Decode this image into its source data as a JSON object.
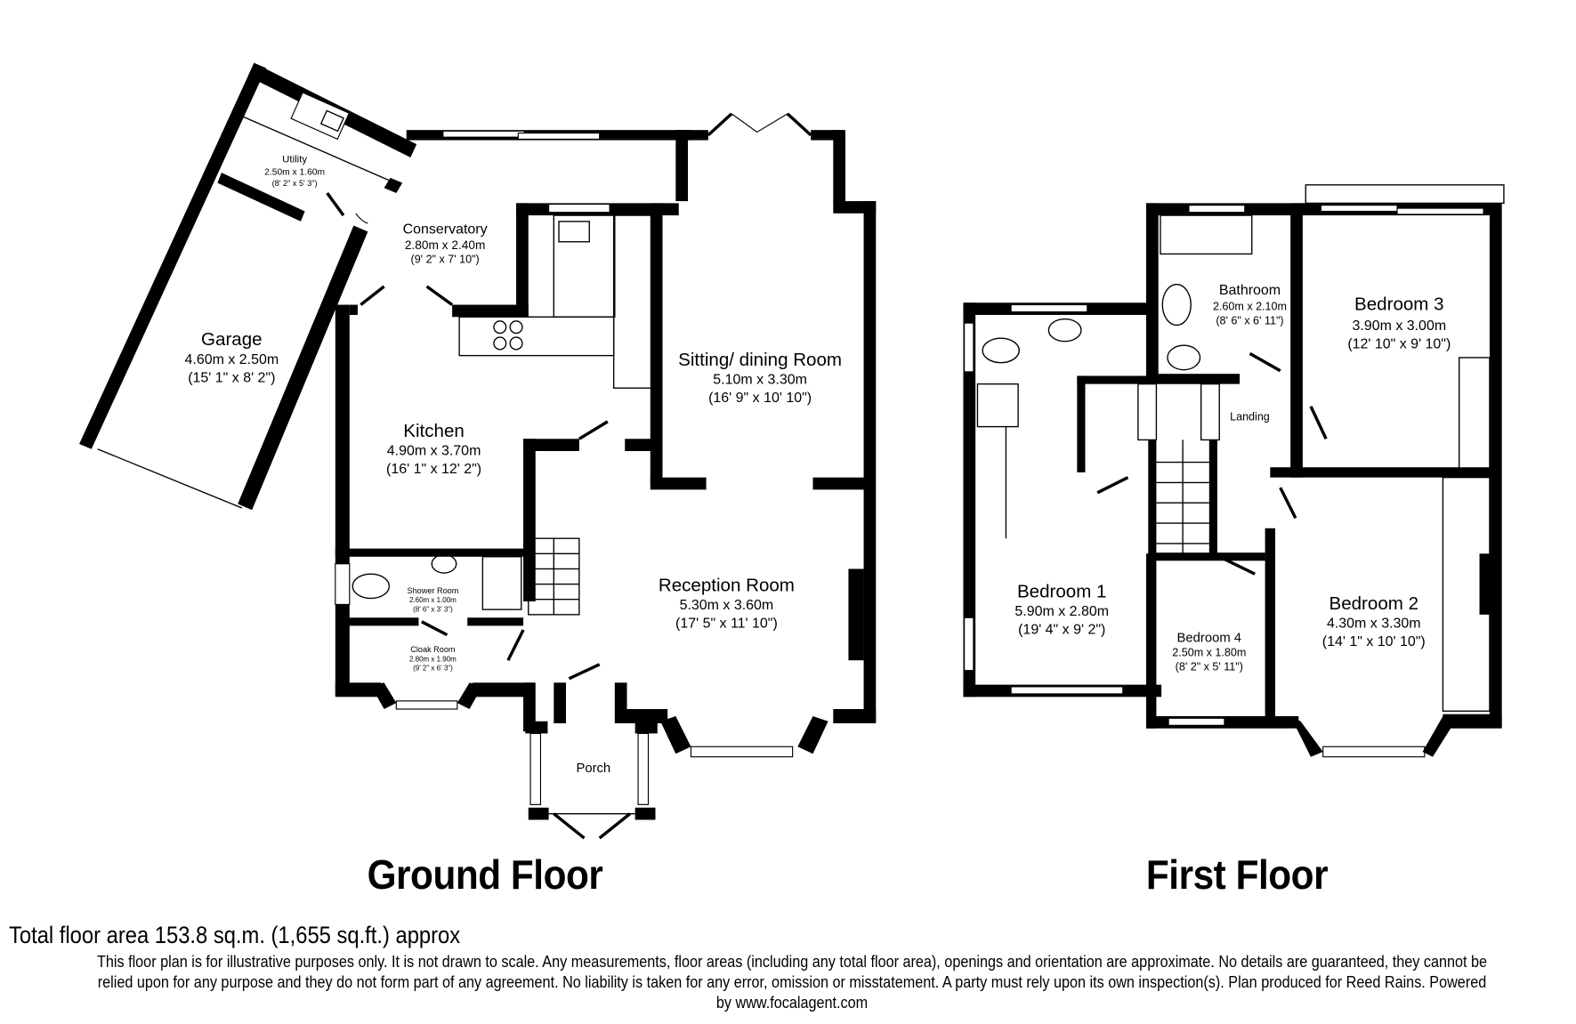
{
  "floors": [
    {
      "title": "Ground Floor",
      "rooms": [
        {
          "name": "Utility",
          "metric": "2.50m x 1.60m",
          "imperial": "(8' 2\" x 5' 3\")"
        },
        {
          "name": "Conservatory",
          "metric": "2.80m x 2.40m",
          "imperial": "(9' 2\" x 7' 10\")"
        },
        {
          "name": "Garage",
          "metric": "4.60m x 2.50m",
          "imperial": "(15' 1\" x 8' 2\")"
        },
        {
          "name": "Sitting/ dining Room",
          "metric": "5.10m x 3.30m",
          "imperial": "(16' 9\" x 10' 10\")"
        },
        {
          "name": "Kitchen",
          "metric": "4.90m x 3.70m",
          "imperial": "(16' 1\" x 12' 2\")"
        },
        {
          "name": "Shower Room",
          "metric": "2.60m x 1.00m",
          "imperial": "(8' 6\" x 3' 3\")"
        },
        {
          "name": "Cloak Room",
          "metric": "2.80m x 1.90m",
          "imperial": "(9' 2\" x 6' 3\")"
        },
        {
          "name": "Reception Room",
          "metric": "5.30m x 3.60m",
          "imperial": "(17' 5\" x 11' 10\")"
        },
        {
          "name": "Porch",
          "metric": "",
          "imperial": ""
        }
      ]
    },
    {
      "title": "First Floor",
      "rooms": [
        {
          "name": "Bathroom",
          "metric": "2.60m x 2.10m",
          "imperial": "(8' 6\" x 6' 11\")"
        },
        {
          "name": "Bedroom 3",
          "metric": "3.90m x 3.00m",
          "imperial": "(12' 10\" x 9' 10\")"
        },
        {
          "name": "Landing",
          "metric": "",
          "imperial": ""
        },
        {
          "name": "Bedroom 1",
          "metric": "5.90m x 2.80m",
          "imperial": "(19' 4\" x 9' 2\")"
        },
        {
          "name": "Bedroom 4",
          "metric": "2.50m x 1.80m",
          "imperial": "(8' 2\" x 5' 11\")"
        },
        {
          "name": "Bedroom 2",
          "metric": "4.30m x 3.30m",
          "imperial": "(14' 1\" x 10' 10\")"
        }
      ]
    }
  ],
  "footer": {
    "total_area": "Total floor area 153.8 sq.m. (1,655 sq.ft.) approx",
    "disclaimer": "This floor plan is for illustrative purposes only. It is not drawn to scale. Any measurements, floor areas (including any total floor area), openings and orientation are approximate. No details are guaranteed, they cannot be relied upon for any purpose and they do not form part of any agreement. No liability is taken for any error, omission or misstatement. A party must rely upon its own inspection(s). Plan produced for Reed Rains. Powered by www.focalagent.com"
  },
  "colors": {
    "wall": "#000000",
    "background": "#ffffff"
  }
}
